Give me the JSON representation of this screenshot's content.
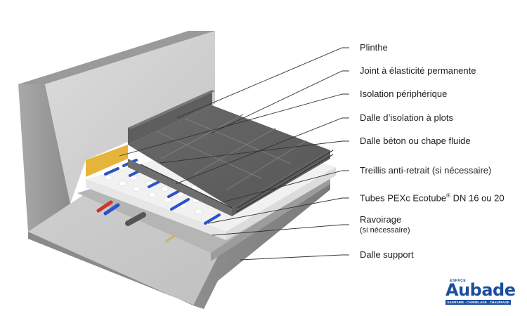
{
  "labels": {
    "plinthe": "Plinthe",
    "joint": "Joint à élasticité permanente",
    "isolation_peripherique": "Isolation périphérique",
    "dalle_isolation": "Dalle d’isolation à plots",
    "dalle_beton": "Dalle béton ou chape fluide",
    "treillis": "Treillis anti-retrait (si nécessaire)",
    "tubes_prefix": "Tubes PEXc Ecotube",
    "tubes_reg": "®",
    "tubes_suffix": " DN 16 ou 20",
    "ravoirage": "Ravoirage",
    "ravoirage_note": "(si nécessaire)",
    "dalle_support": "Dalle support"
  },
  "logo": {
    "small_text": "ESPACE",
    "brand": "Aubade",
    "tagline": "SANITAIRE · CARRELAGE · CHAUFFAGE"
  },
  "colors": {
    "brand_blue": "#1b4f9c",
    "pipe_blue": "#2a52c9",
    "pipe_red": "#d0332b",
    "insulation_yellow": "#e6b43a"
  }
}
